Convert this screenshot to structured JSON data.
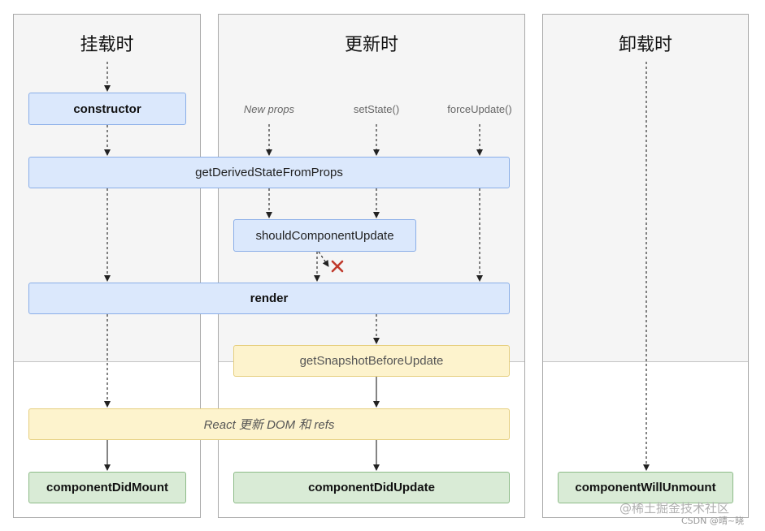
{
  "columns": {
    "mount": {
      "title": "挂载时"
    },
    "update": {
      "title": "更新时"
    },
    "unmount": {
      "title": "卸载时"
    }
  },
  "triggers": {
    "new_props": "New props",
    "set_state": "setState()",
    "force_update": "forceUpdate()"
  },
  "nodes": {
    "constructor": "constructor",
    "get_derived_state": "getDerivedStateFromProps",
    "should_update": "shouldComponentUpdate",
    "render": "render",
    "get_snapshot": "getSnapshotBeforeUpdate",
    "react_update_dom": "React 更新 DOM 和 refs",
    "did_mount": "componentDidMount",
    "did_update": "componentDidUpdate",
    "will_unmount": "componentWillUnmount"
  },
  "watermark": {
    "brand": "@稀土掘金技术社区",
    "source": "CSDN @晴~晓"
  },
  "colors": {
    "render_phase_bg": "#f5f5f5",
    "blue_box": "#dbe8fc",
    "yellow_box": "#fdf3cd",
    "green_box": "#d9ebd6",
    "cancel_mark": "#c0392b"
  }
}
